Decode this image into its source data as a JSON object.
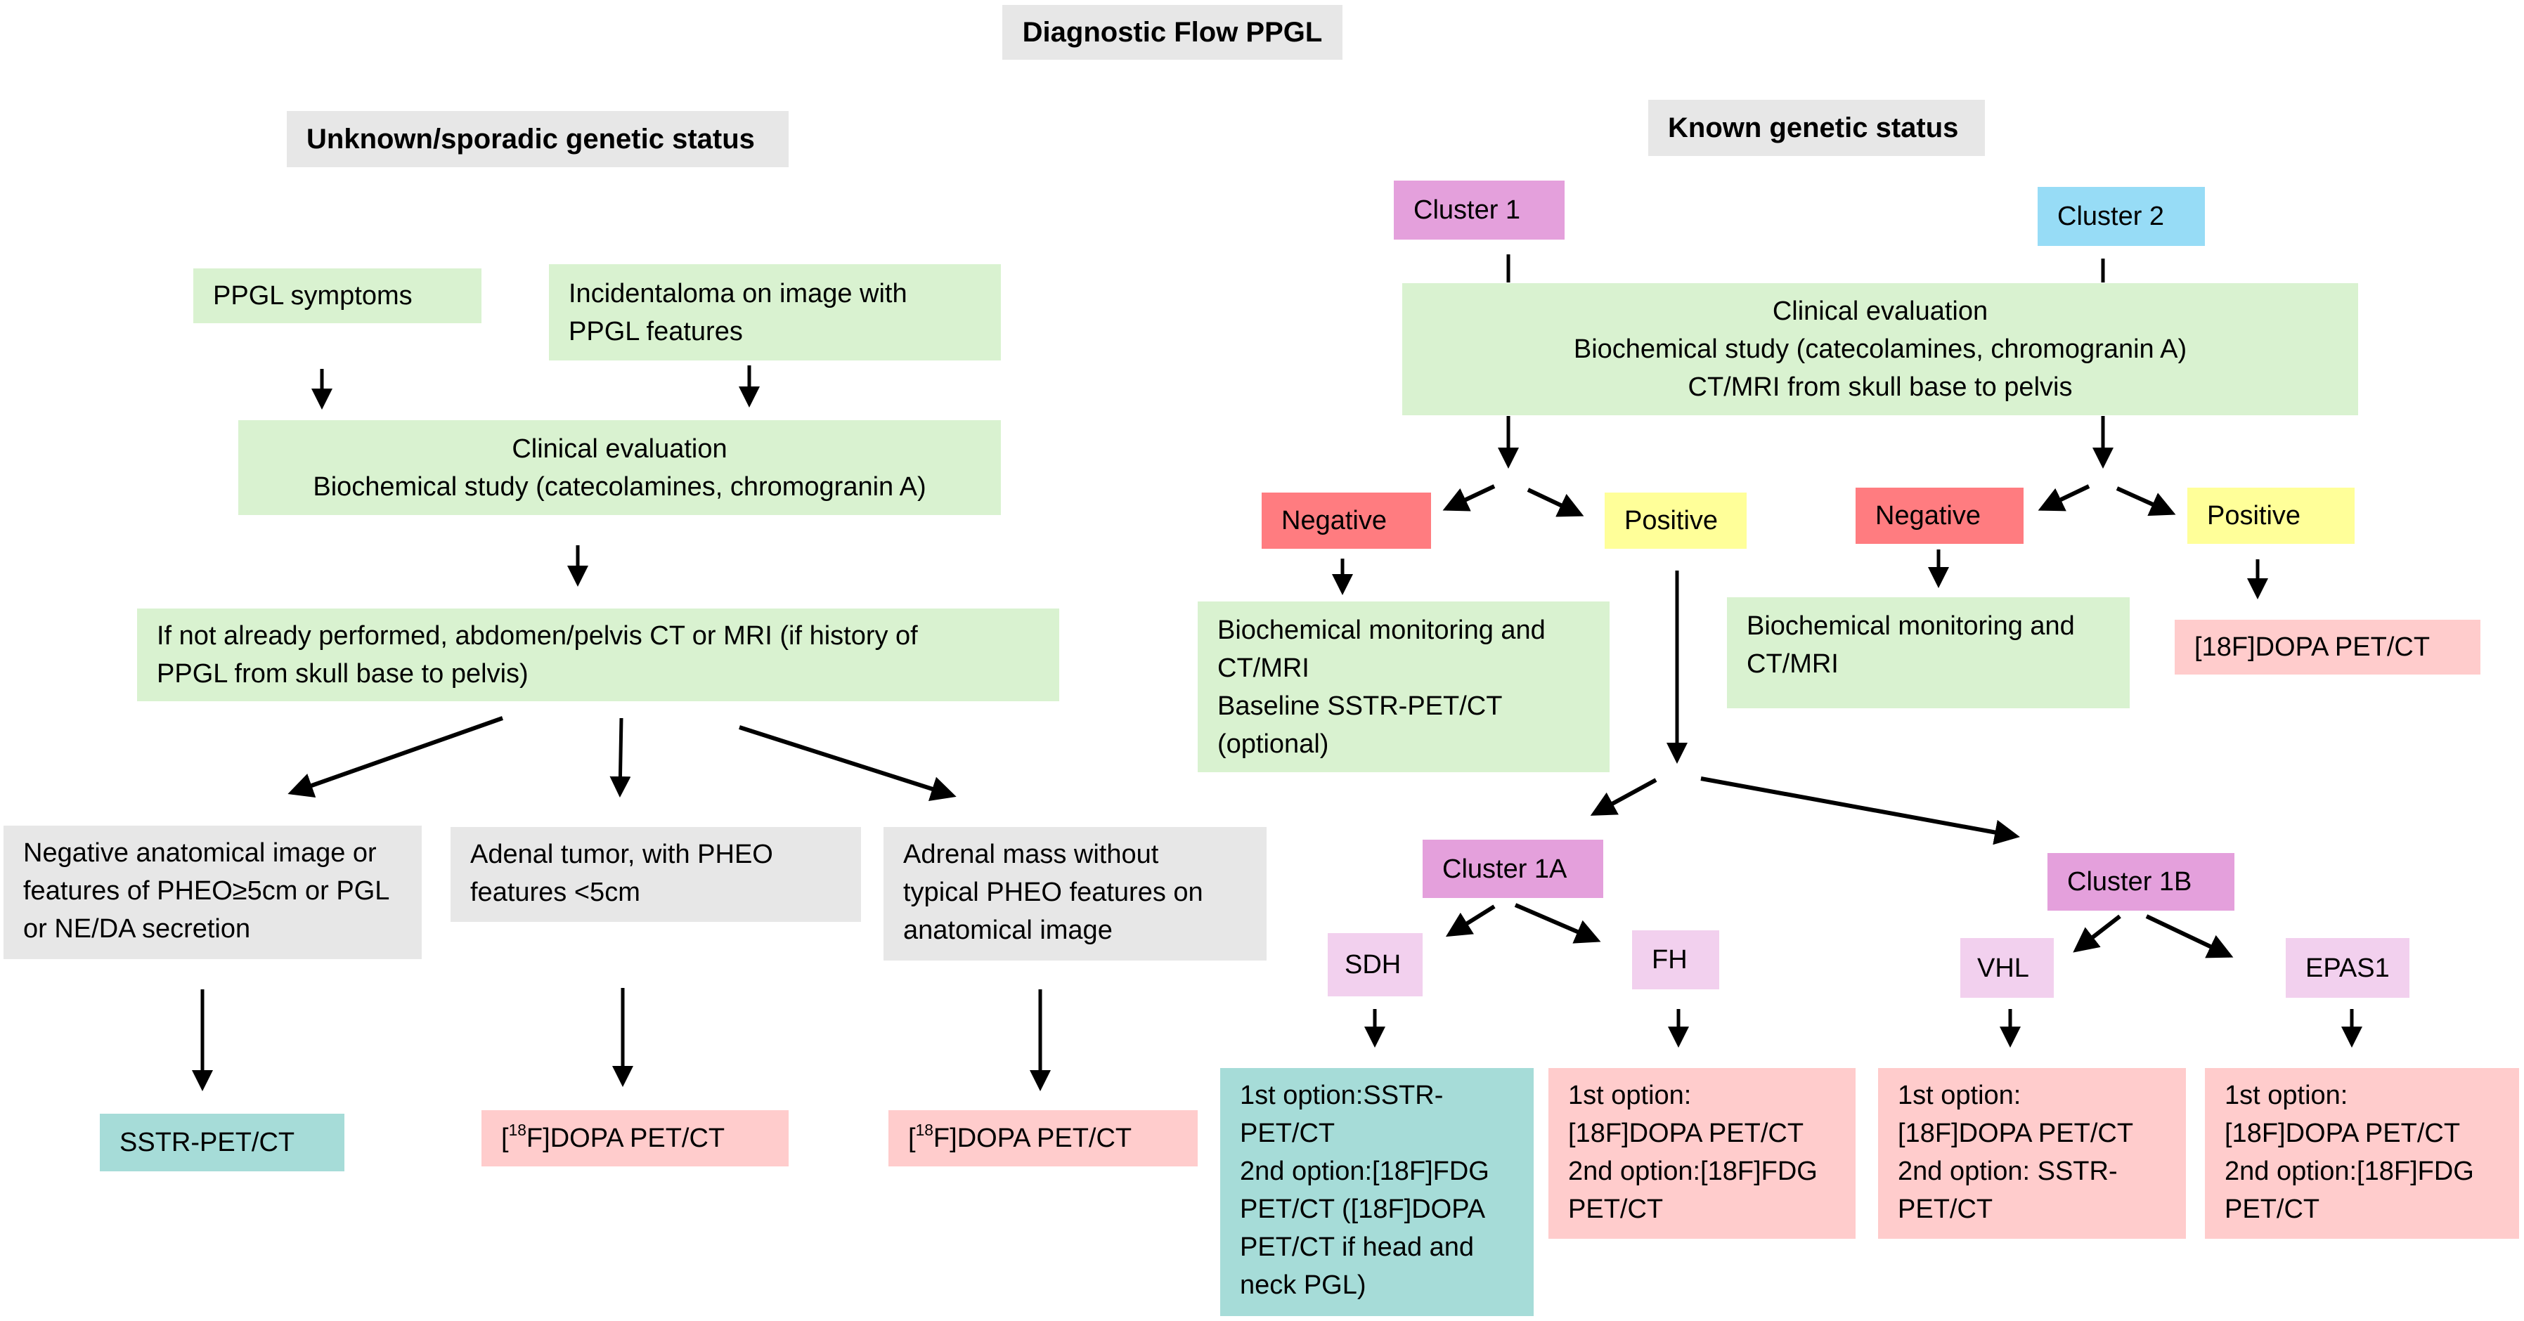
{
  "title": "Diagnostic Flow PPGL",
  "colors": {
    "gray": "#e7e7e7",
    "green": "#d9f2d0",
    "pink": "#ffcccc",
    "teal": "#a6dcd8",
    "cluster1": "#e4a0dc",
    "gene": "#f2d0ee",
    "cluster2": "#97dcf6",
    "negative": "#ff7c80",
    "positive": "#ffff99"
  },
  "left": {
    "heading": "Unknown/sporadic genetic status",
    "symptoms": "PPGL symptoms",
    "incidentaloma": [
      "Incidentaloma on image with",
      "PPGL features"
    ],
    "clinical": [
      "Clinical evaluation",
      "Biochemical study (catecolamines, chromogranin A)"
    ],
    "imaging": [
      "If not already performed, abdomen/pelvis CT or MRI (if history of",
      "PPGL from skull base to pelvis)"
    ],
    "branches": [
      {
        "condition": [
          "Negative anatomical image or",
          "features of PHEO≥5cm or PGL",
          "or NE/DA secretion"
        ],
        "result": "SSTR-PET/CT"
      },
      {
        "condition": [
          "Adenal tumor, with PHEO",
          "features <5cm"
        ],
        "result_prefix": "[",
        "result_sup": "18",
        "result_suffix": "F]DOPA PET/CT"
      },
      {
        "condition": [
          "Adrenal mass without",
          "typical PHEO features on",
          "anatomical image"
        ],
        "result_prefix": "[",
        "result_sup": "18",
        "result_suffix": "F]DOPA PET/CT"
      }
    ]
  },
  "right": {
    "heading": "Known genetic status",
    "cluster1": "Cluster 1",
    "cluster2": "Cluster 2",
    "clinical": [
      "Clinical evaluation",
      "Biochemical study (catecolamines, chromogranin A)",
      "CT/MRI from skull base to pelvis"
    ],
    "c1_negative": "Negative",
    "c1_positive": "Positive",
    "c2_negative": "Negative",
    "c2_positive": "Positive",
    "c1_neg_result": [
      "Biochemical monitoring and",
      "CT/MRI",
      "Baseline SSTR-PET/CT",
      "(optional)"
    ],
    "c2_neg_result": [
      "Biochemical monitoring and",
      "CT/MRI"
    ],
    "c2_pos_result": "[18F]DOPA PET/CT",
    "cluster1a": "Cluster 1A",
    "cluster1b": "Cluster 1B",
    "genes": [
      "SDH",
      "FH",
      "VHL",
      "EPAS1"
    ],
    "options": [
      [
        "1st option:SSTR-",
        "PET/CT",
        "2nd option:[18F]FDG",
        "PET/CT ([18F]DOPA",
        "PET/CT if head and",
        "neck PGL)"
      ],
      [
        "1st option:",
        "[18F]DOPA PET/CT",
        "2nd option:[18F]FDG",
        "PET/CT"
      ],
      [
        "1st option:",
        "[18F]DOPA PET/CT",
        "2nd option: SSTR-",
        "PET/CT"
      ],
      [
        "1st option:",
        "[18F]DOPA PET/CT",
        "2nd option:[18F]FDG",
        "PET/CT"
      ]
    ]
  }
}
